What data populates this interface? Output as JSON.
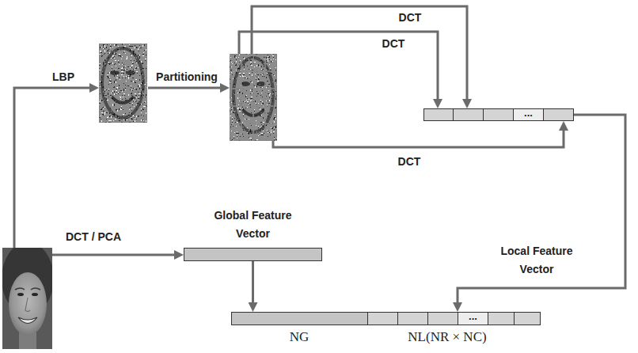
{
  "diagram": {
    "nodes": [
      {
        "text": [
          "..."
        ]
      },
      {
        "text": [
          "Global Feature Vector"
        ]
      },
      {
        "text": [
          "..."
        ]
      }
    ],
    "edges": [
      {
        "from": 1,
        "to": 2,
        "arrow": "to"
      },
      {
        "from": 0,
        "to": 2,
        "label": "Local Feature Vector",
        "arrow": "to"
      }
    ],
    "labels": [
      "DCT",
      "DCT",
      "LBP",
      "Partitioning",
      "DCT",
      "DCT / PCA",
      "NG",
      "NL(NR × NC)"
    ]
  }
}
